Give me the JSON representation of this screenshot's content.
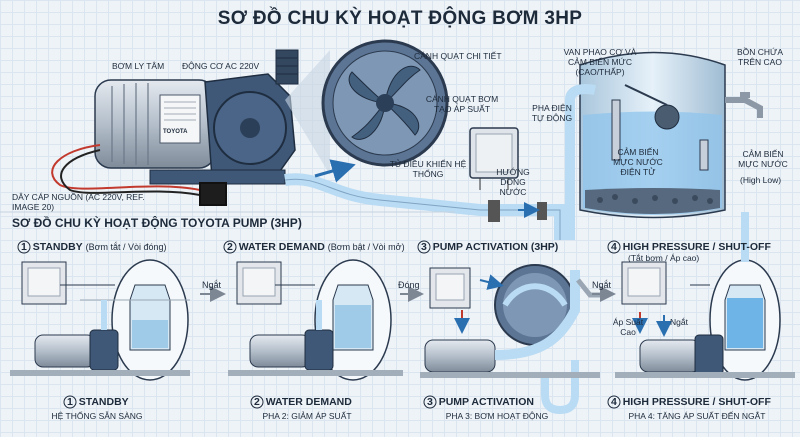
{
  "title": "SƠ ĐỒ CHU KỲ HOẠT ĐỘNG BƠM 3HP",
  "top_labels": {
    "pump_head": "BƠM LY TÂM",
    "motor": "ĐỘNG CƠ AC 220V",
    "impeller_detail": "CÁNH QUẠT CHI TIẾT",
    "impeller_pressure": "CÁNH QUẠT BƠM TẠO ÁP SUẤT",
    "control_box": "TỦ ĐIỀU KHIỂN HỆ THỐNG",
    "flow": "HƯỚNG DÒNG NƯỚC",
    "cable": "DÂY CÁP NGUỒN (AC 220V, REF. IMAGE 20)",
    "float_valve": "VAN PHAO CƠ VÀ CẢM BIẾN MỨC (CAO/THẤP)",
    "auto_phase": "PHA ĐIỆN TỰ ĐỘNG",
    "tank": "BỒN CHỨA TRÊN CAO",
    "electronic_sensor": "CẢM BIẾN MỰC NƯỚC ĐIỆN TỬ",
    "level_sensor": "CẢM BIẾN MỰC NƯỚC",
    "high_low": "(High Low)"
  },
  "pump_plate": "TOYOTA",
  "subtitle": "SƠ ĐỒ CHU KỲ HOẠT ĐỘNG TOYOTA PUMP (3HP)",
  "steps": [
    {
      "num": "1",
      "head": "STANDBY",
      "paren": "(Bơm tắt / Vòi đóng)",
      "cap": "STANDBY",
      "desc": "HỆ THỐNG SẴN SÀNG"
    },
    {
      "num": "2",
      "head": "WATER DEMAND",
      "paren": "(Bơm bật / Vòi mở)",
      "cap": "WATER DEMAND",
      "desc": "PHA 2: GIẢM ÁP SUẤT"
    },
    {
      "num": "3",
      "head": "PUMP ACTIVATION (3HP)",
      "paren": "",
      "cap": "PUMP ACTIVATION",
      "desc": "PHA 3: BƠM HOẠT ĐỘNG"
    },
    {
      "num": "4",
      "head": "HIGH PRESSURE / SHUT-OFF",
      "paren": "(Tắt bơm / Áp cao)",
      "cap": "HIGH PRESSURE / SHUT-OFF",
      "desc": "PHA 4: TĂNG ÁP SUẤT ĐẾN NGẮT"
    }
  ],
  "transitions": [
    "Ngắt",
    "Đóng",
    "Ngắt"
  ],
  "panel4": {
    "pressure_label": "Áp Suất Cao",
    "cut": "Ngắt"
  },
  "colors": {
    "pipe": "#b9dbf3",
    "pump_body": "#3f5878",
    "water": "#6fb4e6",
    "outline": "#2b3a4e"
  }
}
